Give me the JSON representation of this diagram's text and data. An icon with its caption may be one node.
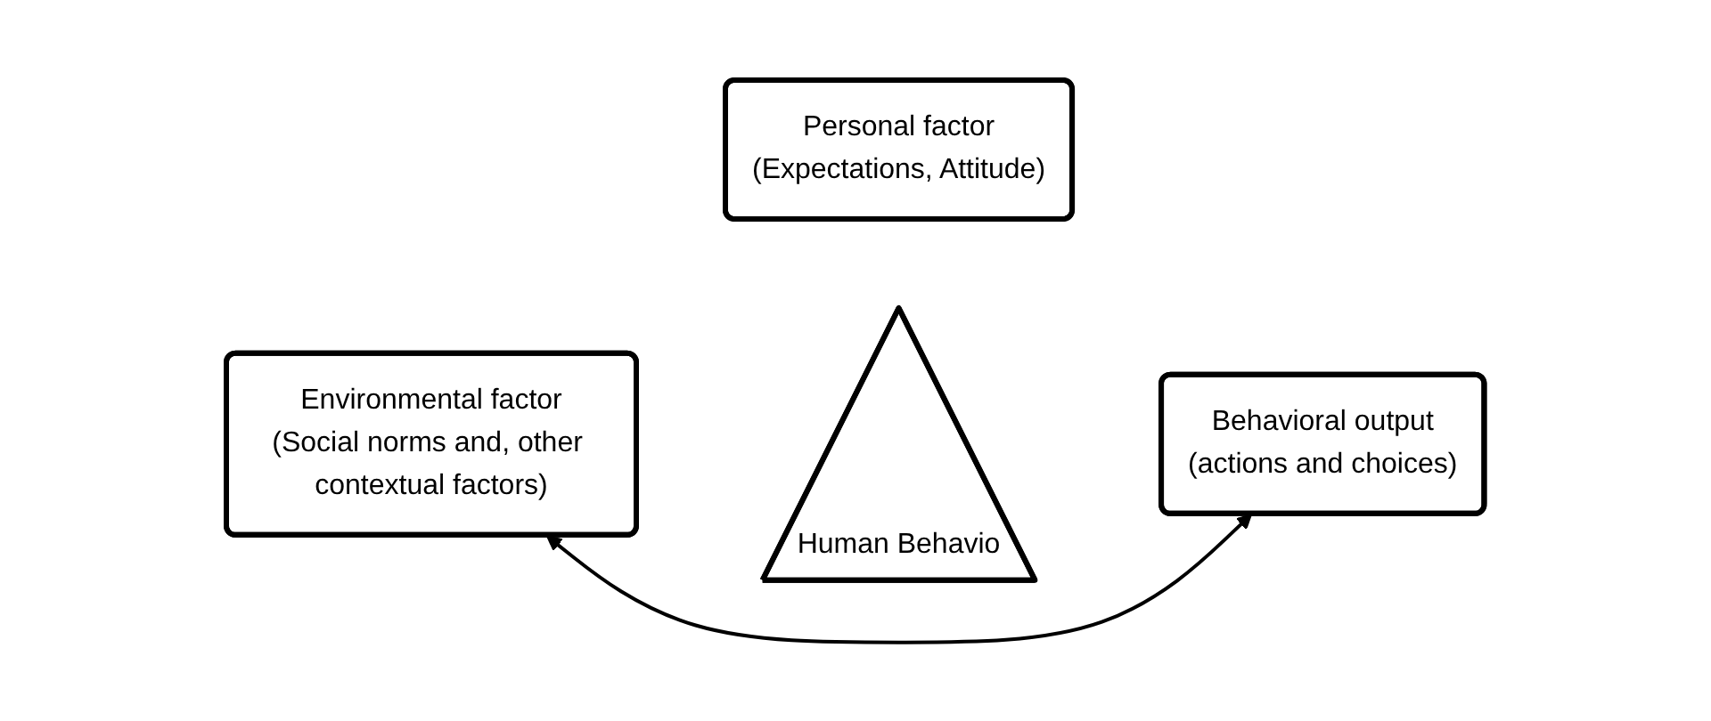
{
  "diagram": {
    "nodes": [
      {
        "text": [
          "Personal factor",
          "(Expectations, Attitude)"
        ]
      },
      {
        "text": [
          "Human Behavio"
        ]
      },
      {
        "text": [
          "Environmental factor",
          "(Social norms and, other contextual factors)"
        ]
      },
      {
        "text": [
          "Behavioral output",
          "(actions and choices)"
        ]
      }
    ],
    "edges": [
      {
        "from": 2,
        "to": 3,
        "arrow": "both"
      }
    ]
  }
}
